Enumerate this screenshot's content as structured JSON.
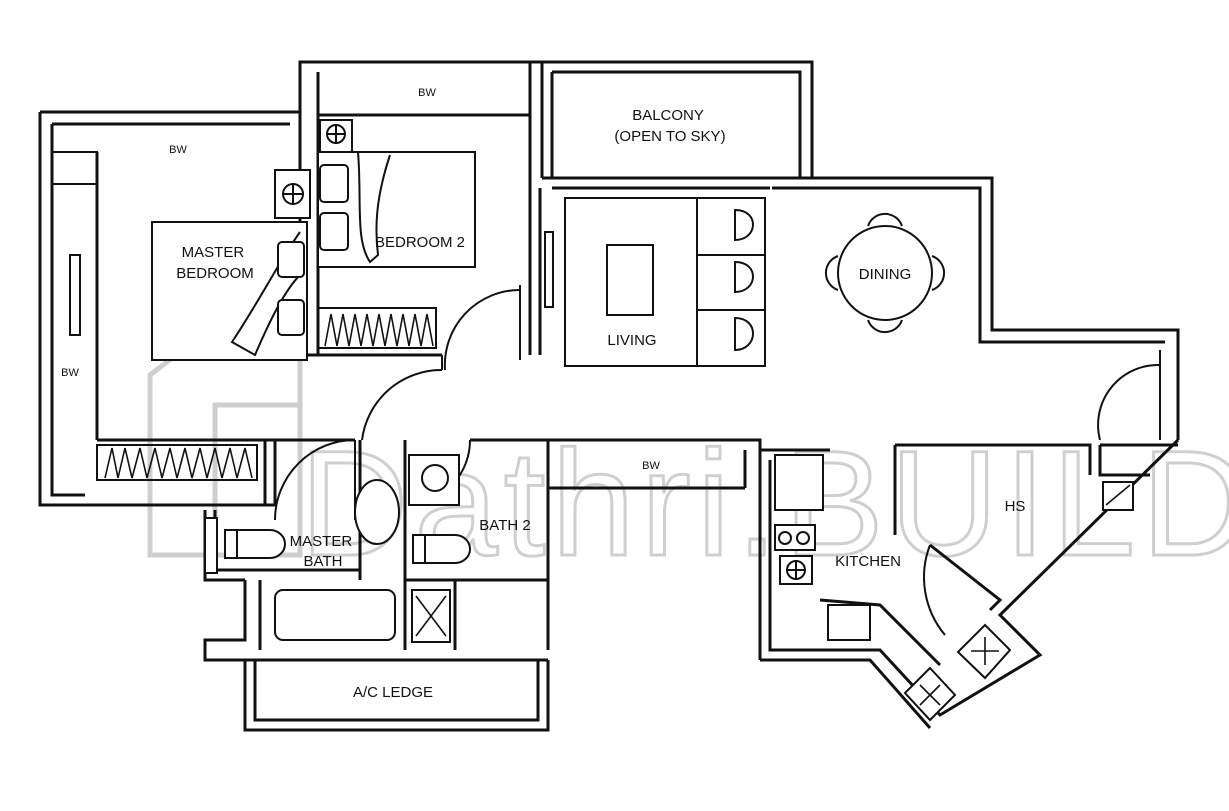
{
  "rooms": {
    "master_bedroom": "MASTER\nBEDROOM",
    "bedroom_2": "BEDROOM 2",
    "balcony": "BALCONY\n(OPEN TO SKY)",
    "living": "LIVING",
    "dining": "DINING",
    "master_bath": "MASTER\nBATH",
    "bath_2": "BATH 2",
    "kitchen": "KITCHEN",
    "hs": "HS",
    "ac_ledge": "A/C LEDGE"
  },
  "wardrobes": {
    "bw_master_top": "BW",
    "bw_master_left": "BW",
    "bw_bedroom2_top": "BW",
    "bw_corridor": "BW"
  },
  "watermark": {
    "text": "Dathri.BUILD"
  },
  "colors": {
    "line": "#111111",
    "watermark": "#cfcfcf",
    "background": "#ffffff"
  }
}
